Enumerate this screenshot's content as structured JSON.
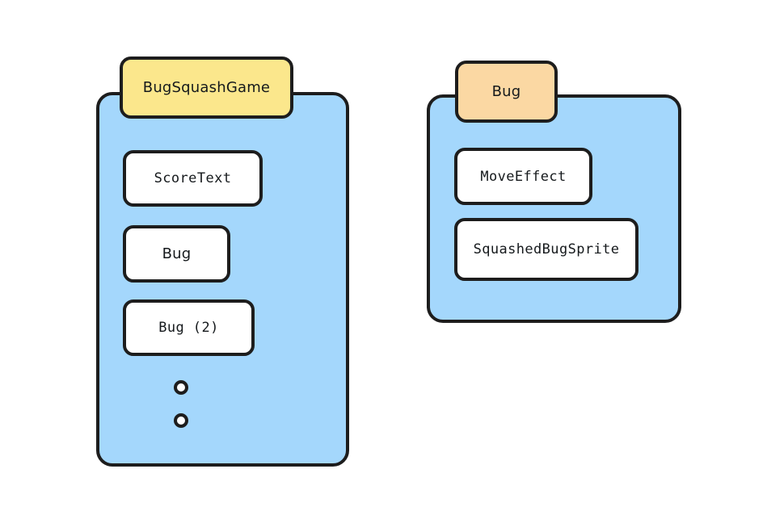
{
  "diagram": {
    "type": "nested-group-diagram",
    "background_color": "#ffffff",
    "colors": {
      "group_fill": "#a4d7fc",
      "group_title_fill": "#fbe78c",
      "bug_title_fill": "#fbd8a3",
      "node_fill": "#ffffff",
      "stroke": "#1d1d1d",
      "text": "#15191c"
    },
    "groups": [
      {
        "id": "bugsquashgame",
        "title": "BugSquashGame",
        "title_style": "yellow",
        "children": [
          {
            "label": "ScoreText",
            "font": "mono"
          },
          {
            "label": "Bug",
            "font": "sans"
          },
          {
            "label": "Bug (2)",
            "font": "mono"
          }
        ],
        "overflow_dots": 2
      },
      {
        "id": "bug",
        "title": "Bug",
        "title_style": "orange",
        "children": [
          {
            "label": "MoveEffect",
            "font": "mono"
          },
          {
            "label": "SquashedBugSprite",
            "font": "mono"
          }
        ],
        "overflow_dots": 0
      }
    ]
  }
}
